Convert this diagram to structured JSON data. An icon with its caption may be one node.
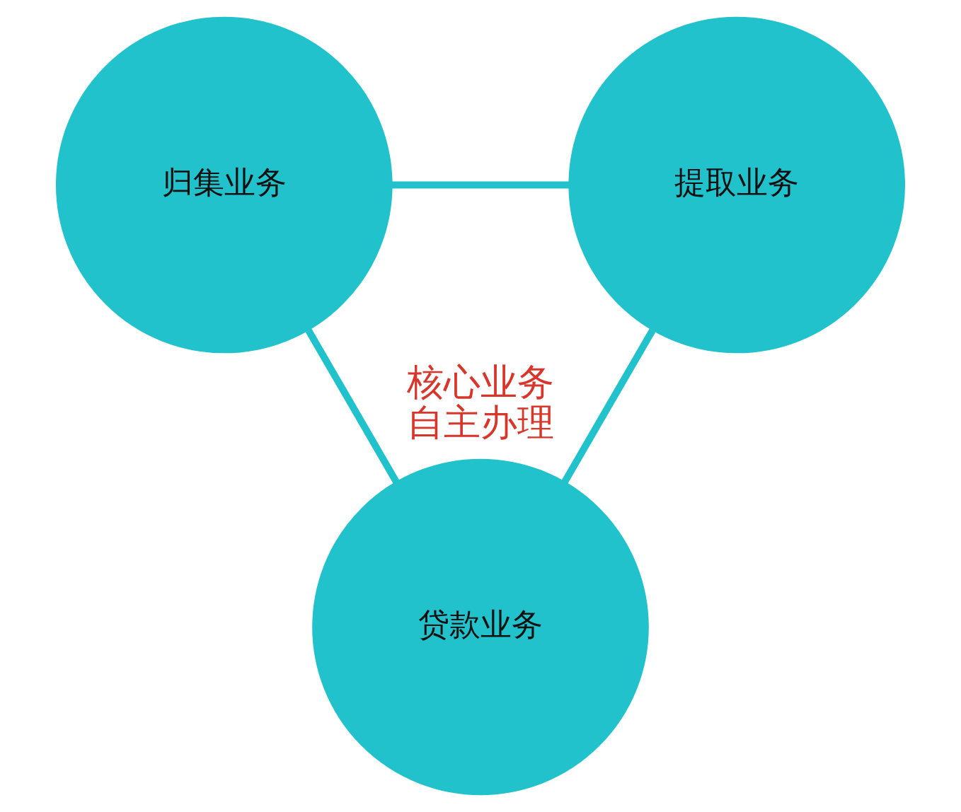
{
  "diagram": {
    "nodes": [
      {
        "text": [
          "归集业务"
        ]
      },
      {
        "text": [
          "提取业务"
        ]
      },
      {
        "text": [
          "贷款业务"
        ]
      }
    ],
    "edges": [
      {
        "from": 0,
        "to": 1,
        "arrow": "none"
      },
      {
        "from": 0,
        "to": 2,
        "arrow": "none"
      },
      {
        "from": 1,
        "to": 2,
        "arrow": "none"
      }
    ],
    "labels": [
      "核心业务自主办理"
    ]
  }
}
